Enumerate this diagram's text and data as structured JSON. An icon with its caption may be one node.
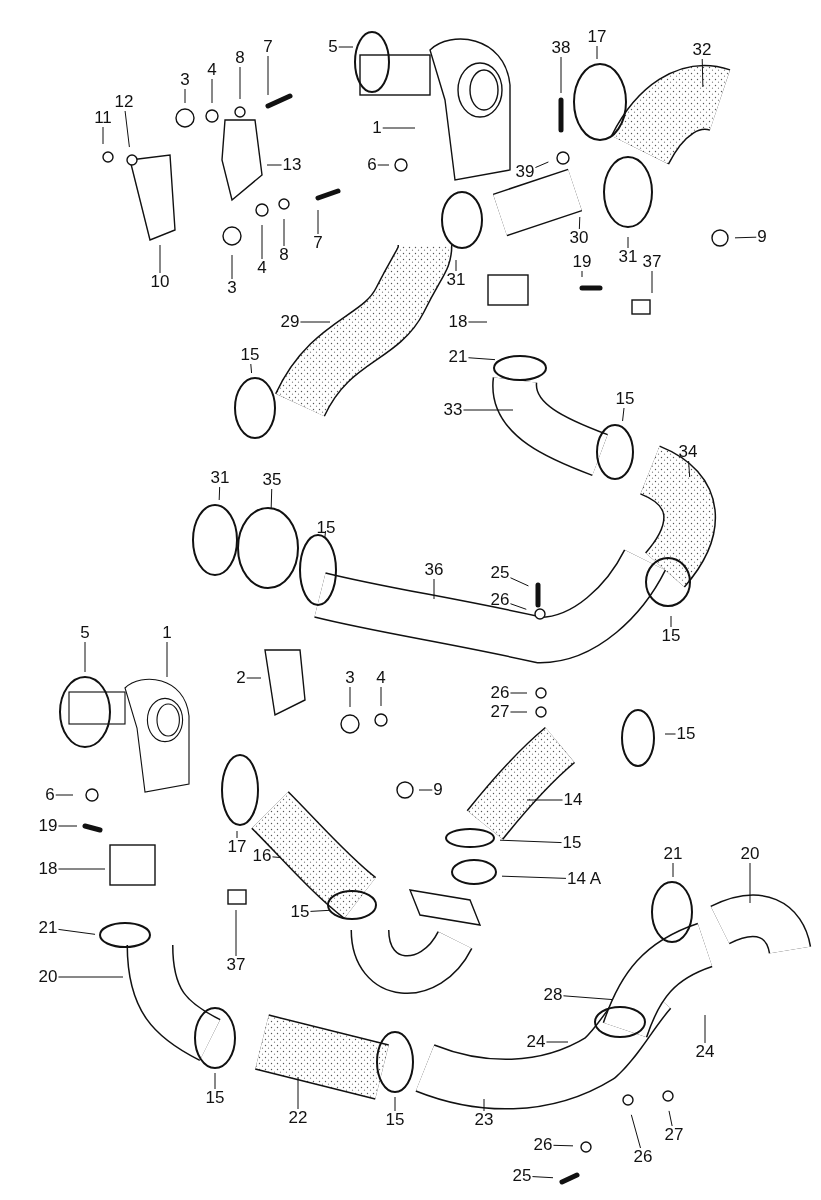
{
  "diagram": {
    "nodes": [
      {
        "text": [
          "5"
        ]
      },
      {
        "text": [
          "7"
        ]
      },
      {
        "text": [
          "38"
        ]
      },
      {
        "text": [
          "17"
        ]
      },
      {
        "text": [
          "32"
        ]
      },
      {
        "text": [
          "8"
        ]
      },
      {
        "text": [
          "4"
        ]
      },
      {
        "text": [
          "3"
        ]
      },
      {
        "text": [
          "12"
        ]
      },
      {
        "text": [
          "11"
        ]
      },
      {
        "text": [
          "1"
        ]
      },
      {
        "text": [
          "13"
        ]
      },
      {
        "text": [
          "6"
        ]
      },
      {
        "text": [
          "39"
        ]
      },
      {
        "text": [
          "30"
        ]
      },
      {
        "text": [
          "31"
        ]
      },
      {
        "text": [
          "9"
        ]
      },
      {
        "text": [
          "31"
        ]
      },
      {
        "text": [
          "7"
        ]
      },
      {
        "text": [
          "4"
        ]
      },
      {
        "text": [
          "8"
        ]
      },
      {
        "text": [
          "19"
        ]
      },
      {
        "text": [
          "37"
        ]
      },
      {
        "text": [
          "10"
        ]
      },
      {
        "text": [
          "3"
        ]
      },
      {
        "text": [
          "29"
        ]
      },
      {
        "text": [
          "18"
        ]
      },
      {
        "text": [
          "15"
        ]
      },
      {
        "text": [
          "21"
        ]
      },
      {
        "text": [
          "15"
        ]
      },
      {
        "text": [
          "33"
        ]
      },
      {
        "text": [
          "34"
        ]
      },
      {
        "text": [
          "31"
        ]
      },
      {
        "text": [
          "35"
        ]
      },
      {
        "text": [
          "15"
        ]
      },
      {
        "text": [
          "36"
        ]
      },
      {
        "text": [
          "25"
        ]
      },
      {
        "text": [
          "26"
        ]
      },
      {
        "text": [
          "15"
        ]
      },
      {
        "text": [
          "5"
        ]
      },
      {
        "text": [
          "1"
        ]
      },
      {
        "text": [
          "2"
        ]
      },
      {
        "text": [
          "3"
        ]
      },
      {
        "text": [
          "4"
        ]
      },
      {
        "text": [
          "26"
        ]
      },
      {
        "text": [
          "27"
        ]
      },
      {
        "text": [
          "15"
        ]
      },
      {
        "text": [
          "9"
        ]
      },
      {
        "text": [
          "6"
        ]
      },
      {
        "text": [
          "14"
        ]
      },
      {
        "text": [
          "19"
        ]
      },
      {
        "text": [
          "15"
        ]
      },
      {
        "text": [
          "17"
        ]
      },
      {
        "text": [
          "21"
        ]
      },
      {
        "text": [
          "20"
        ]
      },
      {
        "text": [
          "16"
        ]
      },
      {
        "text": [
          "18"
        ]
      },
      {
        "text": [
          "14 A"
        ]
      },
      {
        "text": [
          "15"
        ]
      },
      {
        "text": [
          "21"
        ]
      },
      {
        "text": [
          "37"
        ]
      },
      {
        "text": [
          "20"
        ]
      },
      {
        "text": [
          "28"
        ]
      },
      {
        "text": [
          "24"
        ]
      },
      {
        "text": [
          "24"
        ]
      },
      {
        "text": [
          "15"
        ]
      },
      {
        "text": [
          "22"
        ]
      },
      {
        "text": [
          "15"
        ]
      },
      {
        "text": [
          "23"
        ]
      },
      {
        "text": [
          "27"
        ]
      },
      {
        "text": [
          "26"
        ]
      },
      {
        "text": [
          "26"
        ]
      },
      {
        "text": [
          "25"
        ]
      }
    ],
    "edges": [
      {
        "from": 0,
        "to": null,
        "arrow": "none"
      },
      {
        "from": 1,
        "to": null,
        "arrow": "none"
      },
      {
        "from": 2,
        "to": null,
        "arrow": "none"
      },
      {
        "from": 3,
        "to": null,
        "arrow": "none"
      },
      {
        "from": 4,
        "to": null,
        "arrow": "none"
      },
      {
        "from": 5,
        "to": null,
        "arrow": "none"
      },
      {
        "from": 6,
        "to": null,
        "arrow": "none"
      },
      {
        "from": 7,
        "to": null,
        "arrow": "none"
      },
      {
        "from": 8,
        "to": null,
        "arrow": "none"
      },
      {
        "from": 9,
        "to": null,
        "arrow": "none"
      },
      {
        "from": 10,
        "to": null,
        "arrow": "none"
      },
      {
        "from": 11,
        "to": null,
        "arrow": "none"
      },
      {
        "from": 12,
        "to": null,
        "arrow": "none"
      },
      {
        "from": 13,
        "to": null,
        "arrow": "none"
      },
      {
        "from": 14,
        "to": null,
        "arrow": "none"
      },
      {
        "from": 15,
        "to": null,
        "arrow": "none"
      },
      {
        "from": 16,
        "to": null,
        "arrow": "none"
      },
      {
        "from": 17,
        "to": null,
        "arrow": "none"
      },
      {
        "from": 18,
        "to": null,
        "arrow": "none"
      },
      {
        "from": 19,
        "to": null,
        "arrow": "none"
      },
      {
        "from": 20,
        "to": null,
        "arrow": "none"
      },
      {
        "from": 21,
        "to": null,
        "arrow": "none"
      },
      {
        "from": 22,
        "to": null,
        "arrow": "none"
      },
      {
        "from": 23,
        "to": null,
        "arrow": "none"
      },
      {
        "from": 24,
        "to": null,
        "arrow": "none"
      },
      {
        "from": 25,
        "to": null,
        "arrow": "none"
      },
      {
        "from": 26,
        "to": null,
        "arrow": "none"
      },
      {
        "from": 27,
        "to": null,
        "arrow": "none"
      },
      {
        "from": 28,
        "to": null,
        "arrow": "none"
      },
      {
        "from": 29,
        "to": null,
        "arrow": "none"
      },
      {
        "from": 30,
        "to": null,
        "arrow": "none"
      },
      {
        "from": 31,
        "to": null,
        "arrow": "none"
      },
      {
        "from": 32,
        "to": null,
        "arrow": "none"
      },
      {
        "from": 33,
        "to": null,
        "arrow": "none"
      },
      {
        "from": 34,
        "to": null,
        "arrow": "none"
      },
      {
        "from": 35,
        "to": null,
        "arrow": "none"
      },
      {
        "from": 36,
        "to": null,
        "arrow": "none"
      },
      {
        "from": 37,
        "to": null,
        "arrow": "none"
      },
      {
        "from": 38,
        "to": null,
        "arrow": "none"
      },
      {
        "from": 39,
        "to": null,
        "arrow": "none"
      },
      {
        "from": 40,
        "to": null,
        "arrow": "none"
      },
      {
        "from": 41,
        "to": null,
        "arrow": "none"
      },
      {
        "from": 42,
        "to": null,
        "arrow": "none"
      },
      {
        "from": 43,
        "to": null,
        "arrow": "none"
      },
      {
        "from": 44,
        "to": null,
        "arrow": "none"
      },
      {
        "from": 45,
        "to": null,
        "arrow": "none"
      },
      {
        "from": 46,
        "to": null,
        "arrow": "none"
      },
      {
        "from": 47,
        "to": null,
        "arrow": "none"
      },
      {
        "from": 48,
        "to": null,
        "arrow": "none"
      },
      {
        "from": 49,
        "to": null,
        "arrow": "none"
      },
      {
        "from": 50,
        "to": null,
        "arrow": "none"
      },
      {
        "from": 51,
        "to": null,
        "arrow": "none"
      },
      {
        "from": 52,
        "to": null,
        "arrow": "none"
      },
      {
        "from": 53,
        "to": null,
        "arrow": "none"
      },
      {
        "from": 54,
        "to": null,
        "arrow": "none"
      },
      {
        "from": 55,
        "to": null,
        "arrow": "none"
      },
      {
        "from": 56,
        "to": null,
        "arrow": "none"
      },
      {
        "from": 57,
        "to": null,
        "arrow": "none"
      },
      {
        "from": 58,
        "to": null,
        "arrow": "none"
      },
      {
        "from": 59,
        "to": null,
        "arrow": "none"
      },
      {
        "from": 60,
        "to": null,
        "arrow": "none"
      },
      {
        "from": 61,
        "to": null,
        "arrow": "none"
      },
      {
        "from": 62,
        "to": null,
        "arrow": "none"
      },
      {
        "from": 63,
        "to": null,
        "arrow": "none"
      },
      {
        "from": 64,
        "to": null,
        "arrow": "none"
      },
      {
        "from": 65,
        "to": null,
        "arrow": "none"
      },
      {
        "from": 66,
        "to": null,
        "arrow": "none"
      },
      {
        "from": 67,
        "to": null,
        "arrow": "none"
      },
      {
        "from": 68,
        "to": null,
        "arrow": "none"
      },
      {
        "from": 69,
        "to": null,
        "arrow": "none"
      },
      {
        "from": 70,
        "to": null,
        "arrow": "none"
      },
      {
        "from": 71,
        "to": null,
        "arrow": "none"
      },
      {
        "from": 72,
        "to": null,
        "arrow": "none"
      }
    ]
  }
}
